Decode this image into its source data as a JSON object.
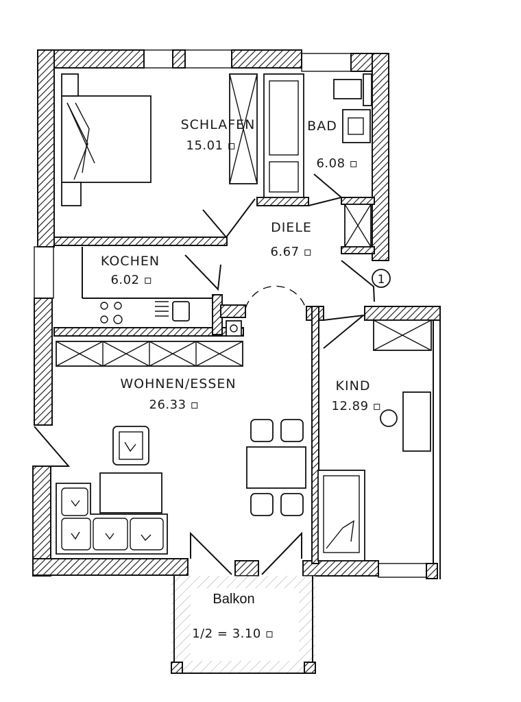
{
  "plan": {
    "rooms": [
      {
        "id": "schlafen",
        "name": "SCHLAFEN",
        "area": "15.01"
      },
      {
        "id": "bad",
        "name": "BAD",
        "area": "6.08"
      },
      {
        "id": "diele",
        "name": "DIELE",
        "area": "6.67"
      },
      {
        "id": "kochen",
        "name": "KOCHEN",
        "area": "6.02"
      },
      {
        "id": "wohnen",
        "name": "WOHNEN/ESSEN",
        "area": "26.33"
      },
      {
        "id": "kind",
        "name": "KIND",
        "area": "12.89"
      }
    ],
    "balkon": {
      "name": "Balkon",
      "area": "1/2 = 3.10"
    },
    "entrance_marker": "1",
    "area_unit_symbol": "▫"
  }
}
